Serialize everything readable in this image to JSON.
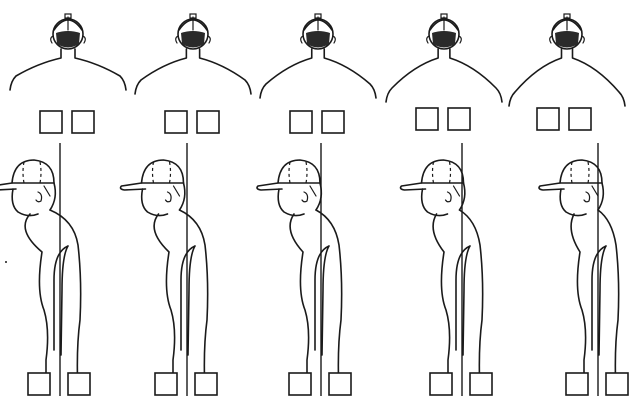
{
  "figure": {
    "rear_views": [
      {
        "shoulder_slope": 0.0
      },
      {
        "shoulder_slope": 0.25
      },
      {
        "shoulder_slope": 0.5
      },
      {
        "shoulder_slope": 0.75
      },
      {
        "shoulder_slope": 1.0
      }
    ],
    "side_views": [
      {
        "forward_head": 1.0
      },
      {
        "forward_head": 0.75
      },
      {
        "forward_head": 0.5
      },
      {
        "forward_head": 0.25
      },
      {
        "forward_head": 0.0
      }
    ],
    "ink_color": "#1a1a1a",
    "background_color": "#ffffff"
  }
}
